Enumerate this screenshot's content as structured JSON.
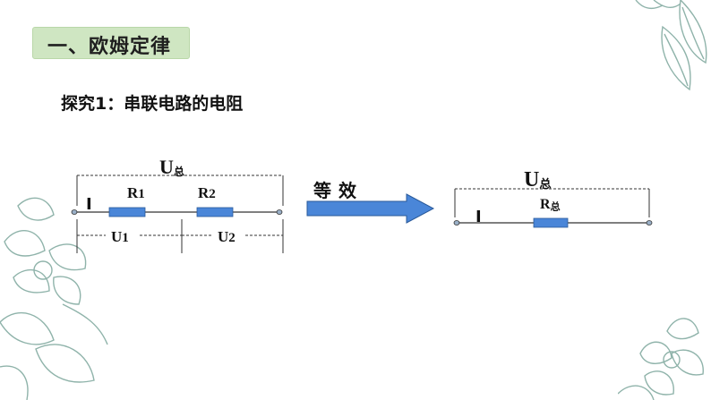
{
  "title_badge": "一、欧姆定律",
  "subtitle": "探究1：串联电路的电阻",
  "left_circuit": {
    "total_voltage": "U",
    "total_voltage_sub": "总",
    "current": "I",
    "r1": "R",
    "r1_sub": "1",
    "r2": "R",
    "r2_sub": "2",
    "u1": "U",
    "u1_sub": "1",
    "u2": "U",
    "u2_sub": "2"
  },
  "equivalence_label": "等效",
  "right_circuit": {
    "total_voltage": "U",
    "total_voltage_sub": "总",
    "current": "I",
    "resistor": "R",
    "resistor_sub": "总"
  },
  "colors": {
    "badge_bg": "#cfe6c2",
    "resistor_fill": "#4a86d8",
    "arrow_fill": "#4a86d8",
    "decoration_stroke": "#8fb3aa"
  }
}
